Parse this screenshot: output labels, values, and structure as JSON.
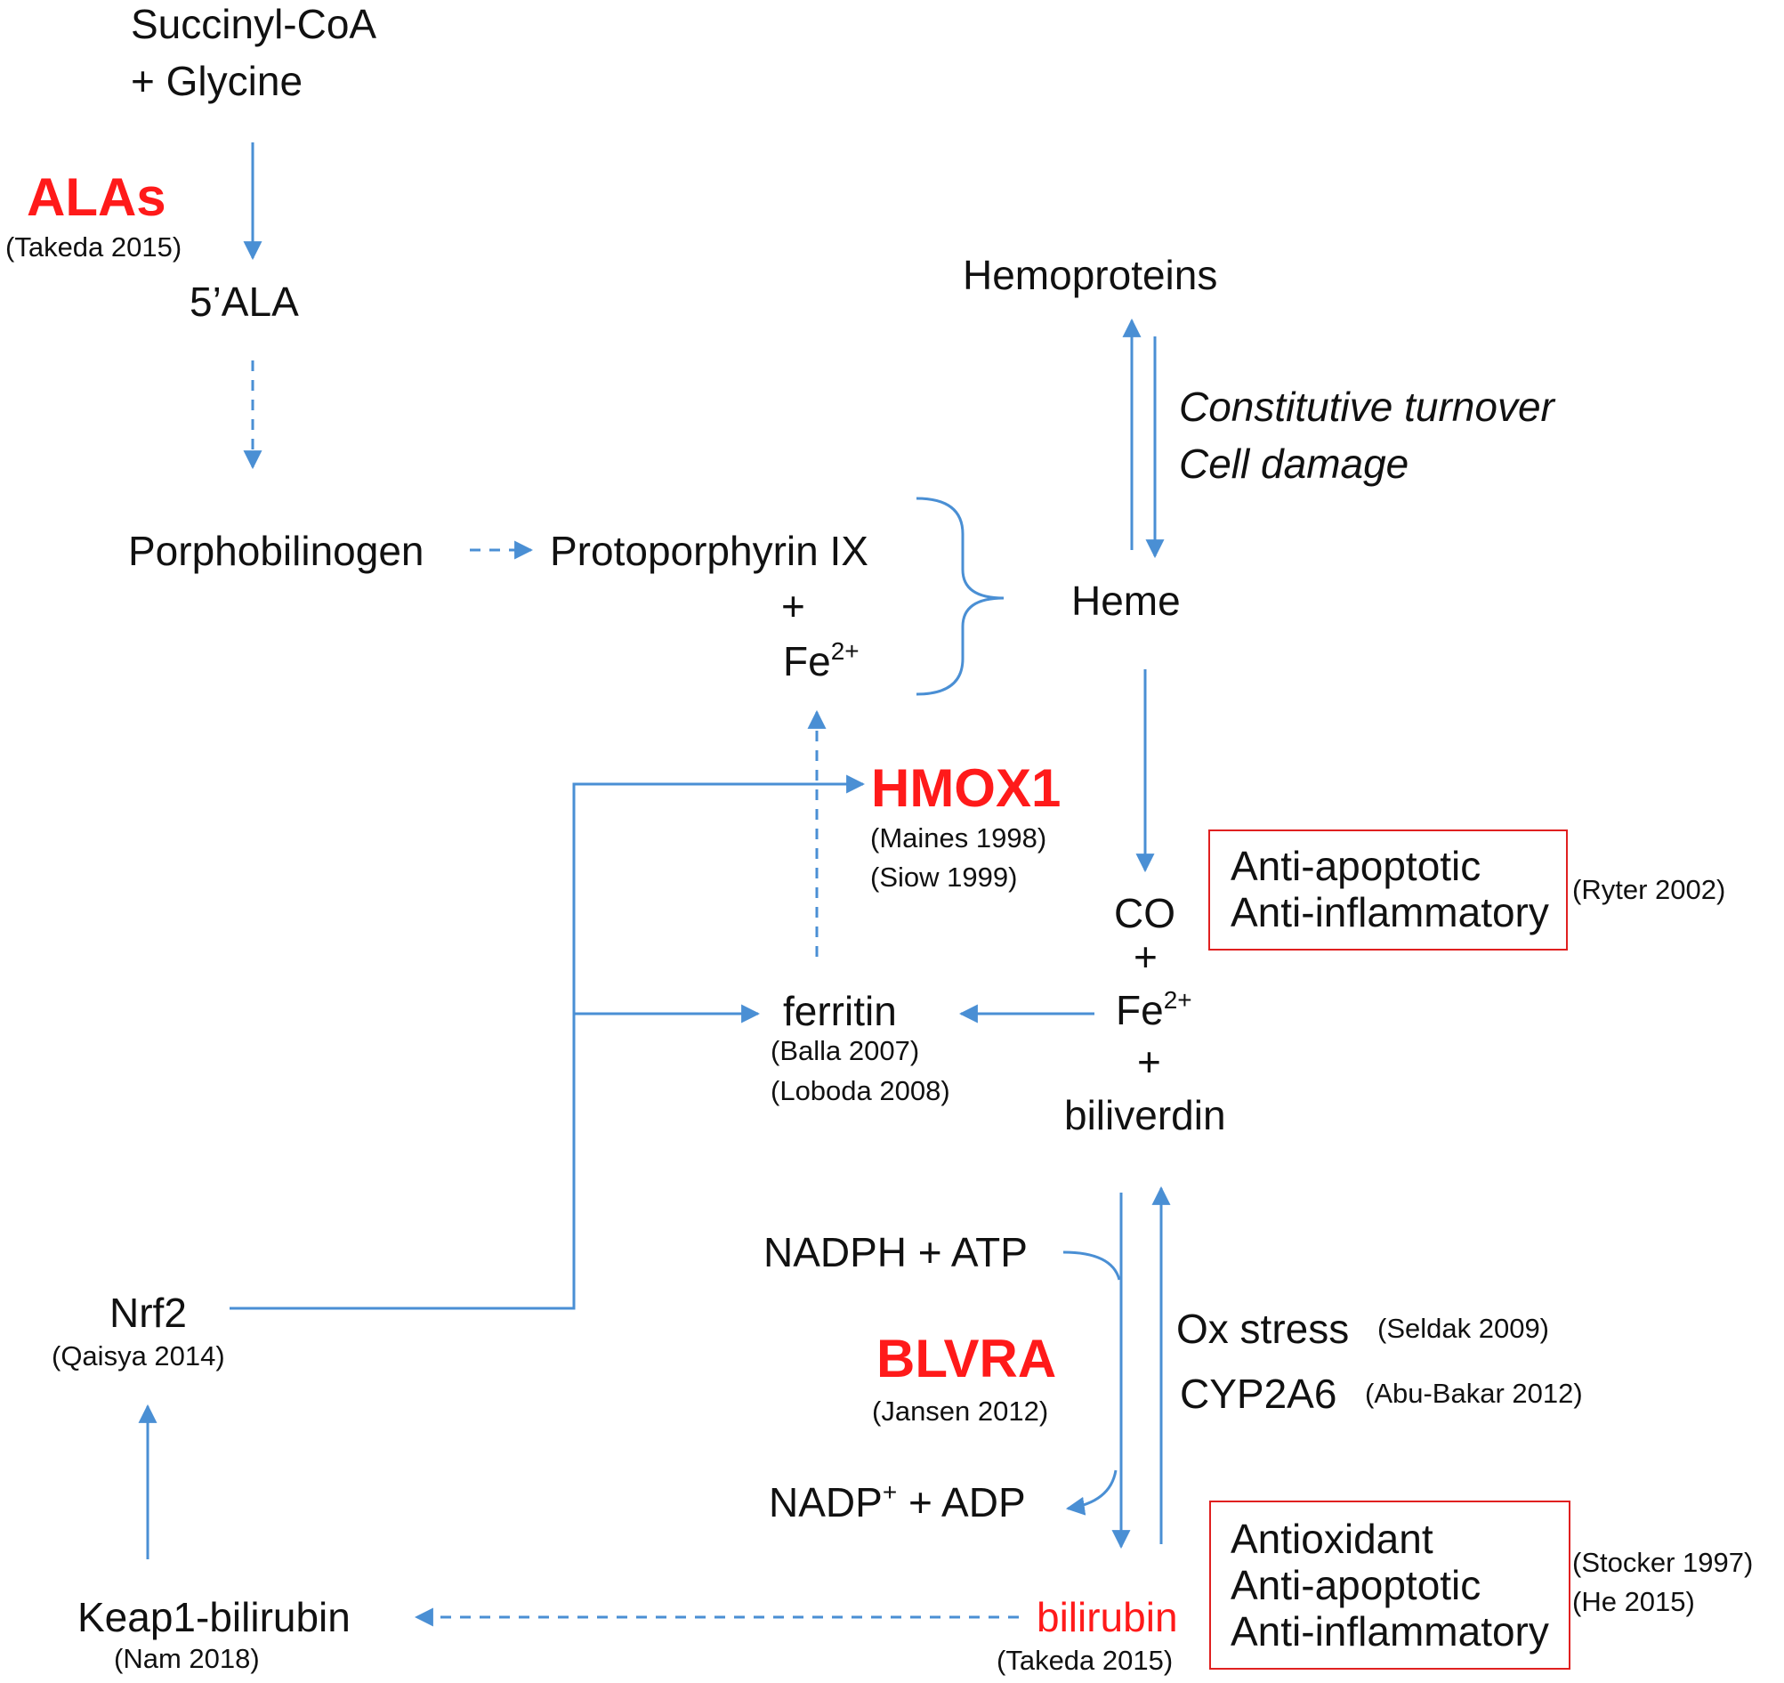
{
  "nodes": {
    "succinyl": "Succinyl-CoA",
    "glycine": "+ Glycine",
    "ala": "5’ALA",
    "porphobilinogen": "Porphobilinogen",
    "protoporphyrin": "Protoporphyrin IX",
    "plus_pp": "+",
    "fe_pp": "Fe",
    "fe_pp_sup": "2+",
    "hemoproteins": "Hemoproteins",
    "heme": "Heme",
    "co": "CO",
    "plus_co": "+",
    "fe_prod": "Fe",
    "fe_prod_sup": "2+",
    "plus_fe": "+",
    "biliverdin": "biliverdin",
    "ferritin": "ferritin",
    "nadph_atp": "NADPH + ATP",
    "nadp_main": "NADP",
    "nadp_sup": "+",
    "nadp_rest": " + ADP",
    "ox_stress": "Ox stress",
    "cyp2a6": "CYP2A6",
    "bilirubin": "bilirubin",
    "keap1": "Keap1-bilirubin",
    "nrf2": "Nrf2"
  },
  "enzymes": {
    "alas": "ALAs",
    "hmox1": "HMOX1",
    "blvra": "BLVRA"
  },
  "annotations": {
    "constitutive": "Constitutive turnover",
    "cell_damage": "Cell damage"
  },
  "references": {
    "alas": "(Takeda 2015)",
    "hmox1_a": "(Maines 1998)",
    "hmox1_b": "(Siow 1999)",
    "ferritin_a": "(Balla 2007)",
    "ferritin_b": "(Loboda 2008)",
    "ryter": "(Ryter 2002)",
    "seldak": "(Seldak 2009)",
    "abubakar": "(Abu-Bakar 2012)",
    "blvra": "(Jansen 2012)",
    "nrf2": "(Qaisya 2014)",
    "keap1": "(Nam 2018)",
    "bilirubin": "(Takeda 2015)",
    "stocker": "(Stocker 1997)",
    "he": "(He 2015)"
  },
  "effect_boxes": {
    "co_box": [
      "Anti-apoptotic",
      "Anti-inflammatory"
    ],
    "bilirubin_box": [
      "Antioxidant",
      "Anti-apoptotic",
      "Anti-inflammatory"
    ]
  },
  "colors": {
    "arrow": "#4a8fd4",
    "enzyme": "#ff1a1a",
    "box_border": "#e02020",
    "text": "#111111"
  }
}
